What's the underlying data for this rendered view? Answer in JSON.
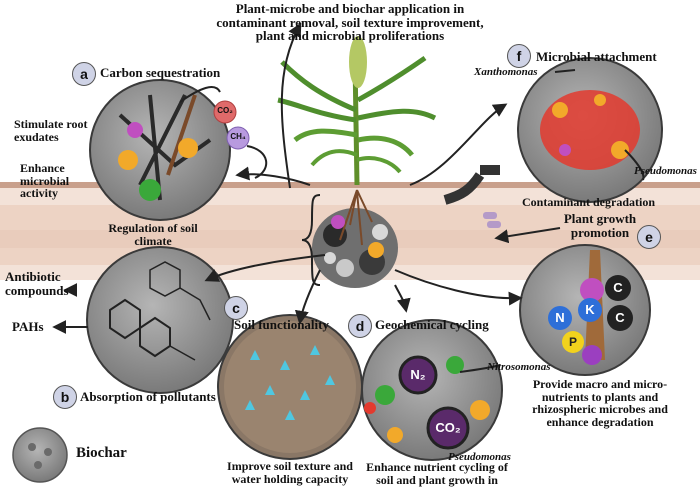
{
  "title": "Plant-microbe and biochar application in contaminant removal, soil texture improvement, plant and microbial proliferations",
  "title_lines": [
    "Plant-microbe and biochar application in",
    "contaminant removal, soil texture improvement,",
    "plant and microbial proliferations"
  ],
  "panels": {
    "a": {
      "badge": "a",
      "title": "Carbon sequestration",
      "left_top": "Stimulate root",
      "left_top2": "exudates",
      "left_mid": [
        "Enhance",
        "microbial",
        "activity"
      ],
      "bottom": [
        "Regulation of soil",
        "climate"
      ],
      "gases": [
        "CO₂",
        "CH₄"
      ]
    },
    "b": {
      "badge": "b",
      "title": "Absorption of pollutants",
      "label_top": [
        "Antibiotic",
        "compounds"
      ],
      "label_mid": "PAHs"
    },
    "c": {
      "badge": "c",
      "title": "Soil functionality",
      "bottom": [
        "Improve soil texture and",
        "water holding capacity"
      ]
    },
    "d": {
      "badge": "d",
      "title": "Geochemical cycling",
      "gas1": "N₂",
      "gas2": "CO₂",
      "microbe1": "Nitrosomonas",
      "microbe2": "Pseudomonas",
      "bottom": [
        "Enhance nutrient cycling of",
        "soil and plant growth in"
      ]
    },
    "e": {
      "badge": "e",
      "title": [
        "Plant growth",
        "promotion"
      ],
      "nutrients": [
        "N",
        "K",
        "P",
        "C",
        "C"
      ],
      "bottom": [
        "Provide macro and micro-",
        "nutrients to plants and",
        "rhizospheric microbes and",
        "enhance degradation"
      ]
    },
    "f": {
      "badge": "f",
      "title": "Microbial attachment",
      "microbe1": "Xanthomonas",
      "microbe2": "Pseudomonas",
      "bottom": "Contaminant degradation"
    }
  },
  "legend": {
    "label": "Biochar"
  },
  "colors": {
    "circle_fill": "#8f8f8f",
    "soil": "#efd9cc",
    "badge": "#cfd3e6",
    "arrow": "#222222",
    "microbe_red": "#e33a2e",
    "microbe_orange": "#f2a92a",
    "microbe_purple": "#9b3fc0",
    "microbe_green": "#3aa83a",
    "nutrient_blue": "#2e6fd8",
    "nutrient_yellow": "#f2d21d"
  }
}
